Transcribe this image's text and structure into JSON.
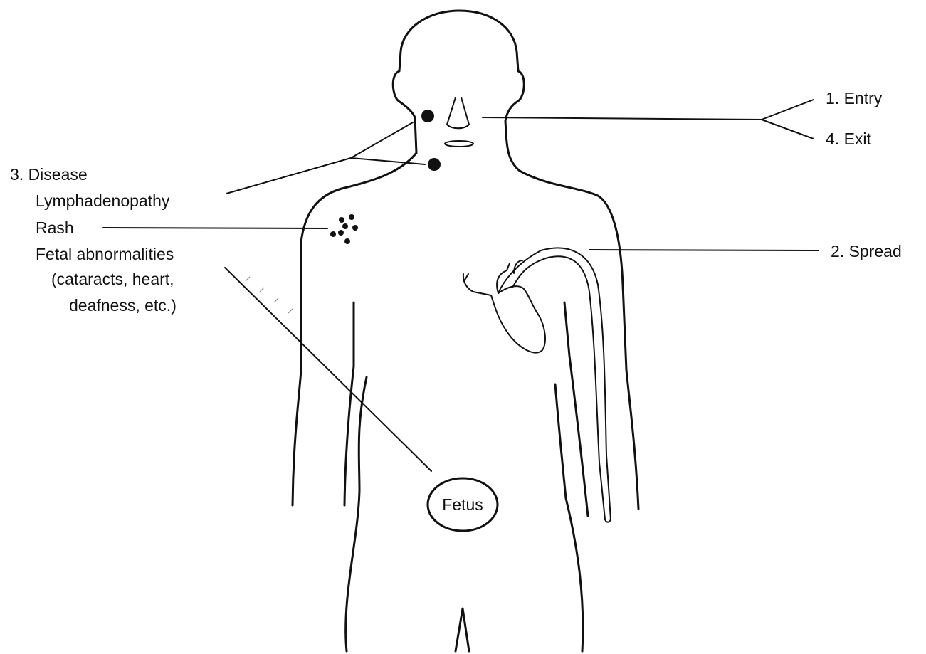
{
  "labels": {
    "entry": "1. Entry",
    "spread": "2. Spread",
    "disease": "3. Disease",
    "exit": "4. Exit",
    "lymphadenopathy": "Lymphadenopathy",
    "rash": "Rash",
    "fetal_abnormalities": "Fetal abnormalities",
    "fetal_detail_1": "(cataracts, heart,",
    "fetal_detail_2": "deafness, etc.)",
    "fetus": "Fetus"
  },
  "colors": {
    "line": "#111111",
    "background": "#ffffff"
  }
}
